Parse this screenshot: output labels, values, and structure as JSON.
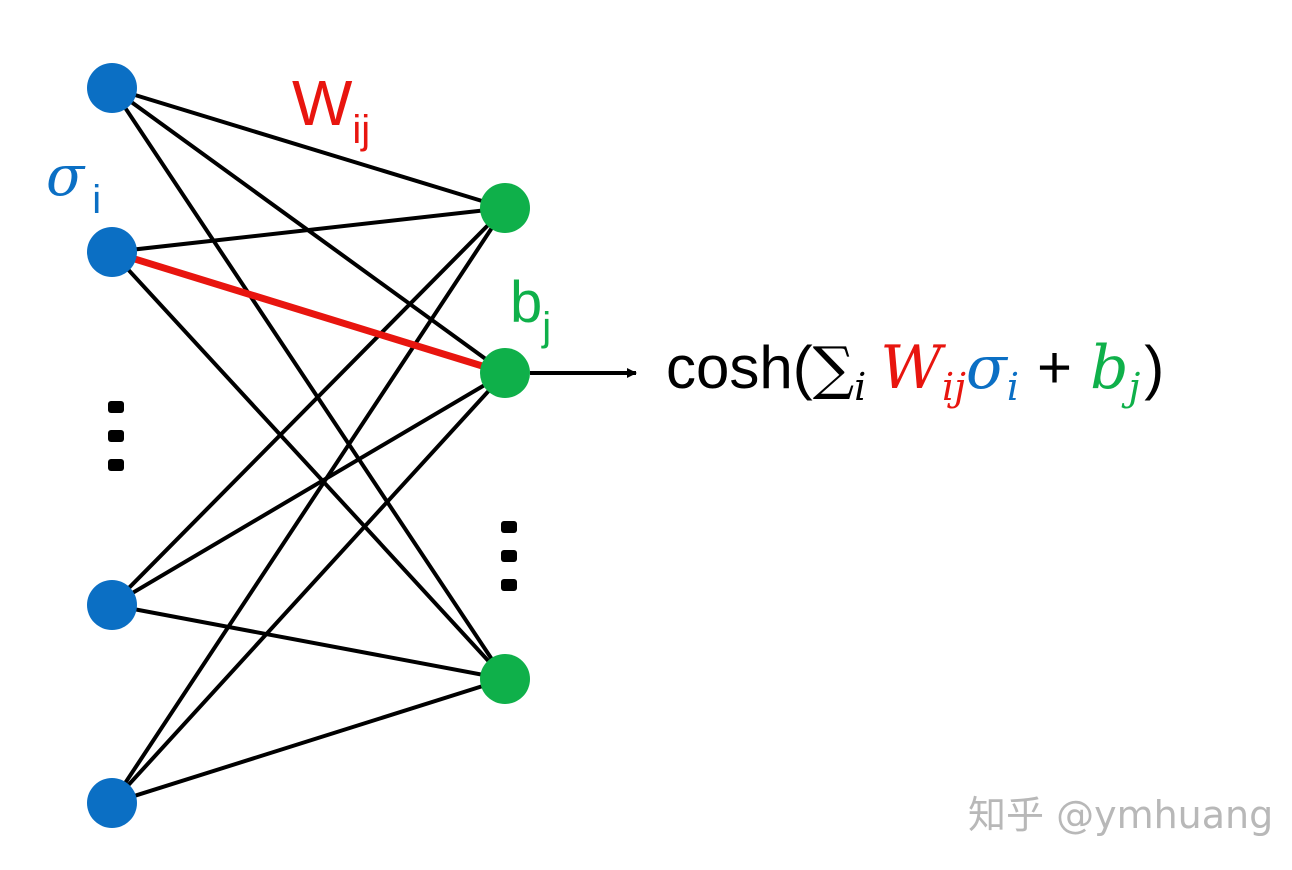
{
  "colors": {
    "visible": "#0b6fc4",
    "hidden": "#0fb04a",
    "highlight": "#e8150f",
    "edge": "#000000",
    "watermark": "#b8b8b8"
  },
  "labels": {
    "weight": {
      "base": "W",
      "sub": "ij"
    },
    "visible": {
      "base": "σ",
      "sub": "i"
    },
    "bias": {
      "base": "b",
      "sub": "j"
    }
  },
  "formula": {
    "prefix": "cosh(",
    "sum": "∑",
    "sum_sub": "i",
    "w": "W",
    "w_sub": "ij",
    "sigma": "σ",
    "sigma_sub": "i",
    "plus": "+",
    "b": "b",
    "b_sub": "j",
    "close": ")"
  },
  "network": {
    "visible_nodes": [
      "v1",
      "v2",
      "v3",
      "v4"
    ],
    "hidden_nodes": [
      "h1",
      "h2",
      "h3"
    ],
    "highlighted_edge": [
      "v2",
      "h2"
    ],
    "has_visible_ellipsis": true,
    "has_hidden_ellipsis": true
  },
  "watermark": "知乎 @ymhuang"
}
